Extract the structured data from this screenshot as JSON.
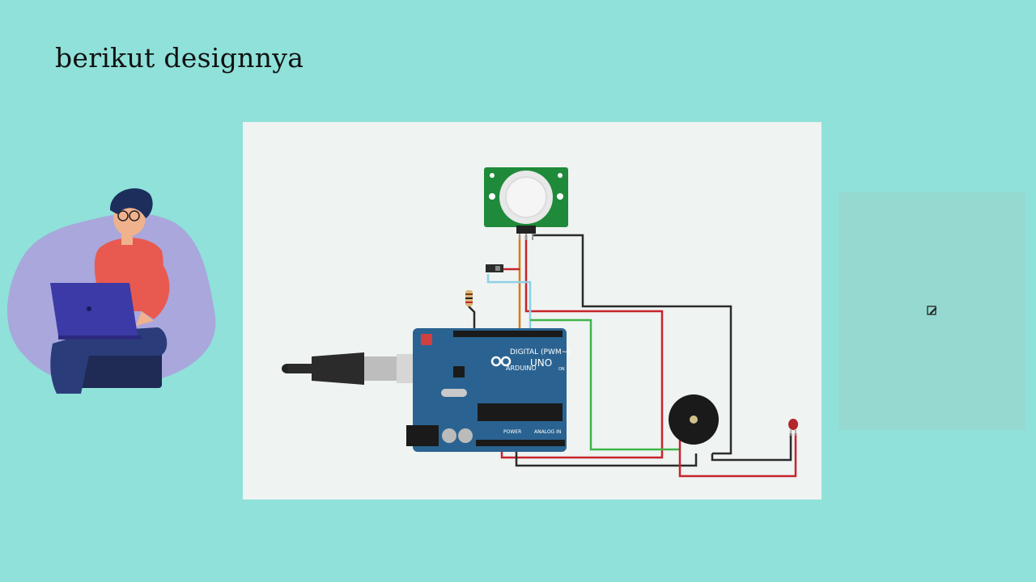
{
  "slide": {
    "title": "berikut designnya"
  },
  "circuit": {
    "board": {
      "brand": "ARDUINO",
      "model": "UNO",
      "digital_label": "DIGITAL (PWM~)",
      "power_label": "POWER",
      "analog_label": "ANALOG IN",
      "on_label": "ON"
    },
    "wire_colors": {
      "red": "#c8232b",
      "black": "#2b2b2b",
      "green": "#3fb54a",
      "orange": "#d97b13",
      "light_blue": "#8fd0e6"
    }
  },
  "placeholder": {
    "icon": "image-edit-icon"
  },
  "colors": {
    "background": "#8fe1d9",
    "panel": "#eff3f2",
    "board": "#2a6391",
    "pir_board": "#1f8a3a"
  }
}
